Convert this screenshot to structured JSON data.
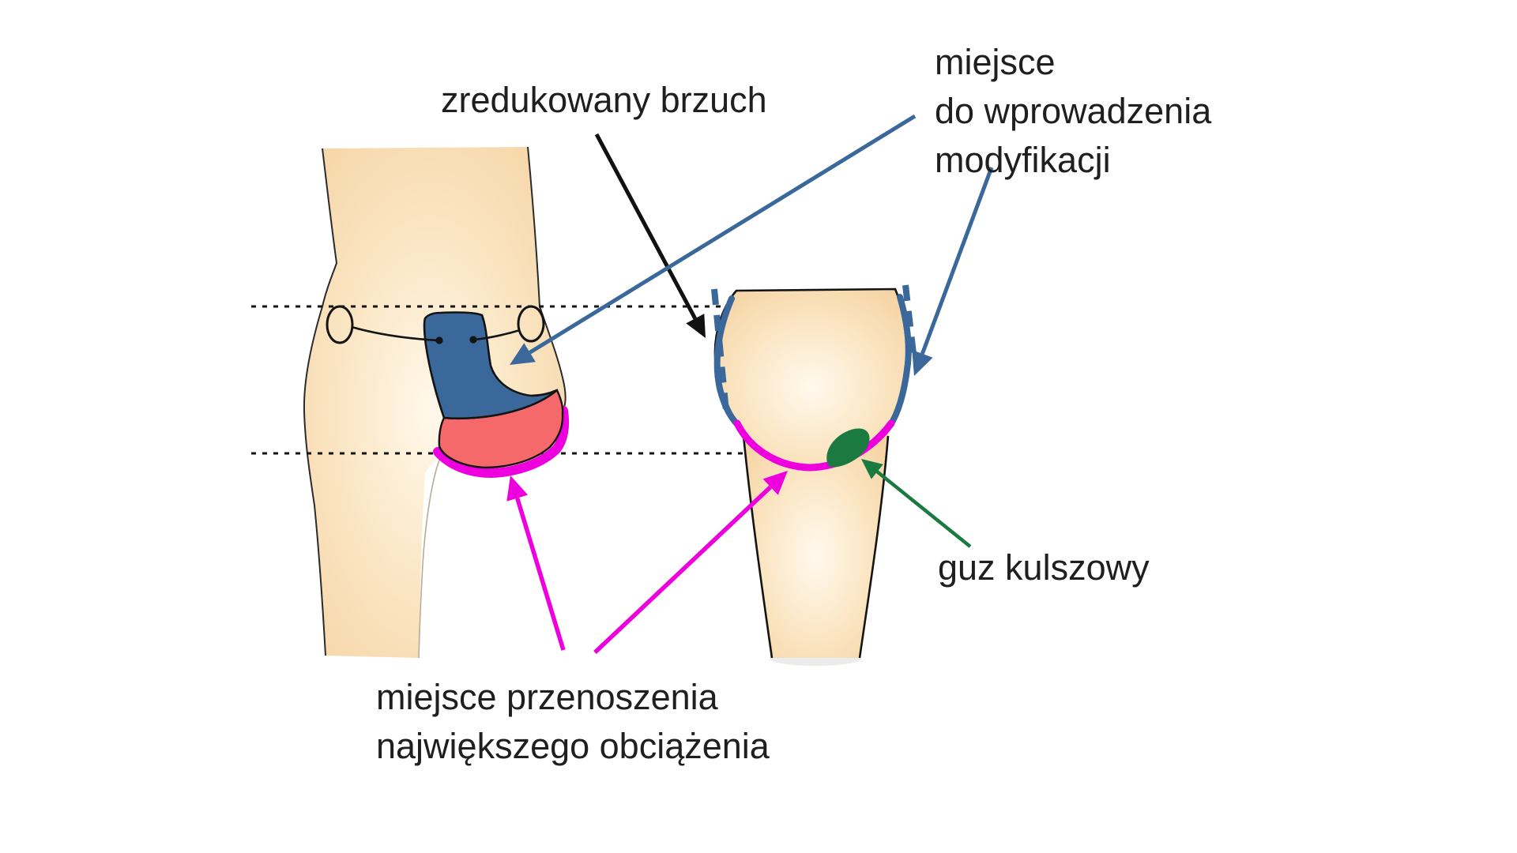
{
  "diagram": {
    "labels": {
      "reduced_abdomen": "zredukowany brzuch",
      "modification_site_line1": "miejsce",
      "modification_site_line2": "do wprowadzenia",
      "modification_site_line3": "modyfikacji",
      "ischial_tuberosity": "guz kulszowy",
      "load_transfer_line1": "miejsce przenoszenia",
      "load_transfer_line2": "największego obciążenia"
    },
    "colors": {
      "flap_blue": "#3A689B",
      "load_red": "#F5696B",
      "edge_magenta": "#EE00DE",
      "tuberosity_green": "#1A7A40",
      "outline_black": "#141414",
      "text_color": "#1F1F1F"
    }
  }
}
